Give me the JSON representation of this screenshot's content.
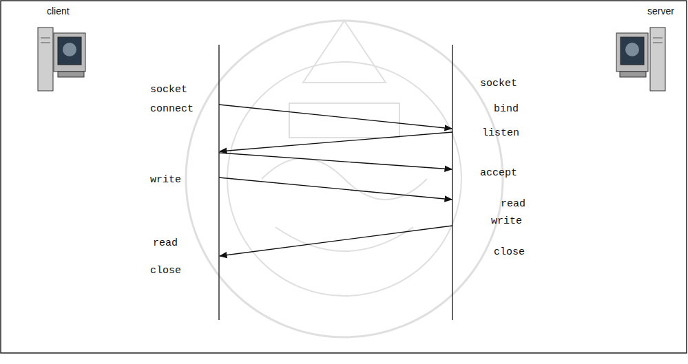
{
  "diagram": {
    "labels": [
      "client",
      "server",
      "socket",
      "connect",
      "write",
      "read",
      "close",
      "socket",
      "bind",
      "listen",
      "accept",
      "read",
      "write",
      "close"
    ]
  }
}
